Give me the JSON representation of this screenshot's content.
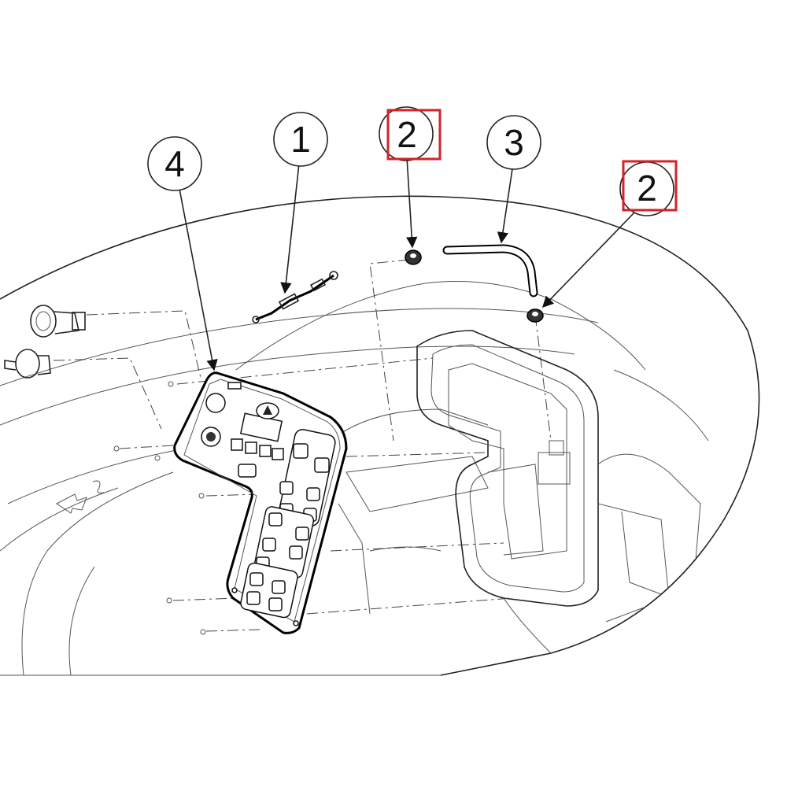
{
  "callouts": [
    {
      "id": "callout-1",
      "label": "1"
    },
    {
      "id": "callout-2a",
      "label": "2",
      "highlighted": true
    },
    {
      "id": "callout-3",
      "label": "3"
    },
    {
      "id": "callout-2b",
      "label": "2",
      "highlighted": true
    },
    {
      "id": "callout-4",
      "label": "4"
    }
  ],
  "colors": {
    "highlight": "#d2232a",
    "line": "#222222",
    "background": "#ffffff"
  }
}
